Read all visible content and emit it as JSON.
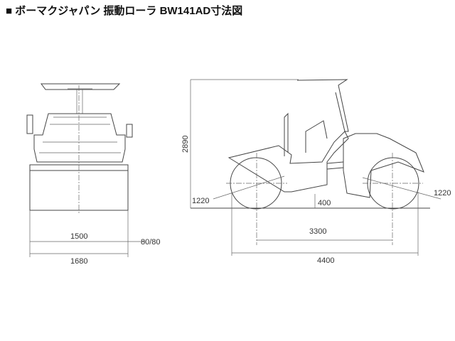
{
  "title": "■ ボーマクジャパン 振動ローラ BW141AD寸法図",
  "front_view": {
    "dim_drum_width": "1500",
    "dim_overhang": "80/80",
    "dim_overall_width": "1680"
  },
  "side_view": {
    "dim_height": "2890",
    "dim_drum_diameter_front": "1220",
    "dim_drum_diameter_rear": "1220",
    "dim_ground_clearance": "400",
    "dim_wheelbase": "3300",
    "dim_overall_length": "4400"
  }
}
